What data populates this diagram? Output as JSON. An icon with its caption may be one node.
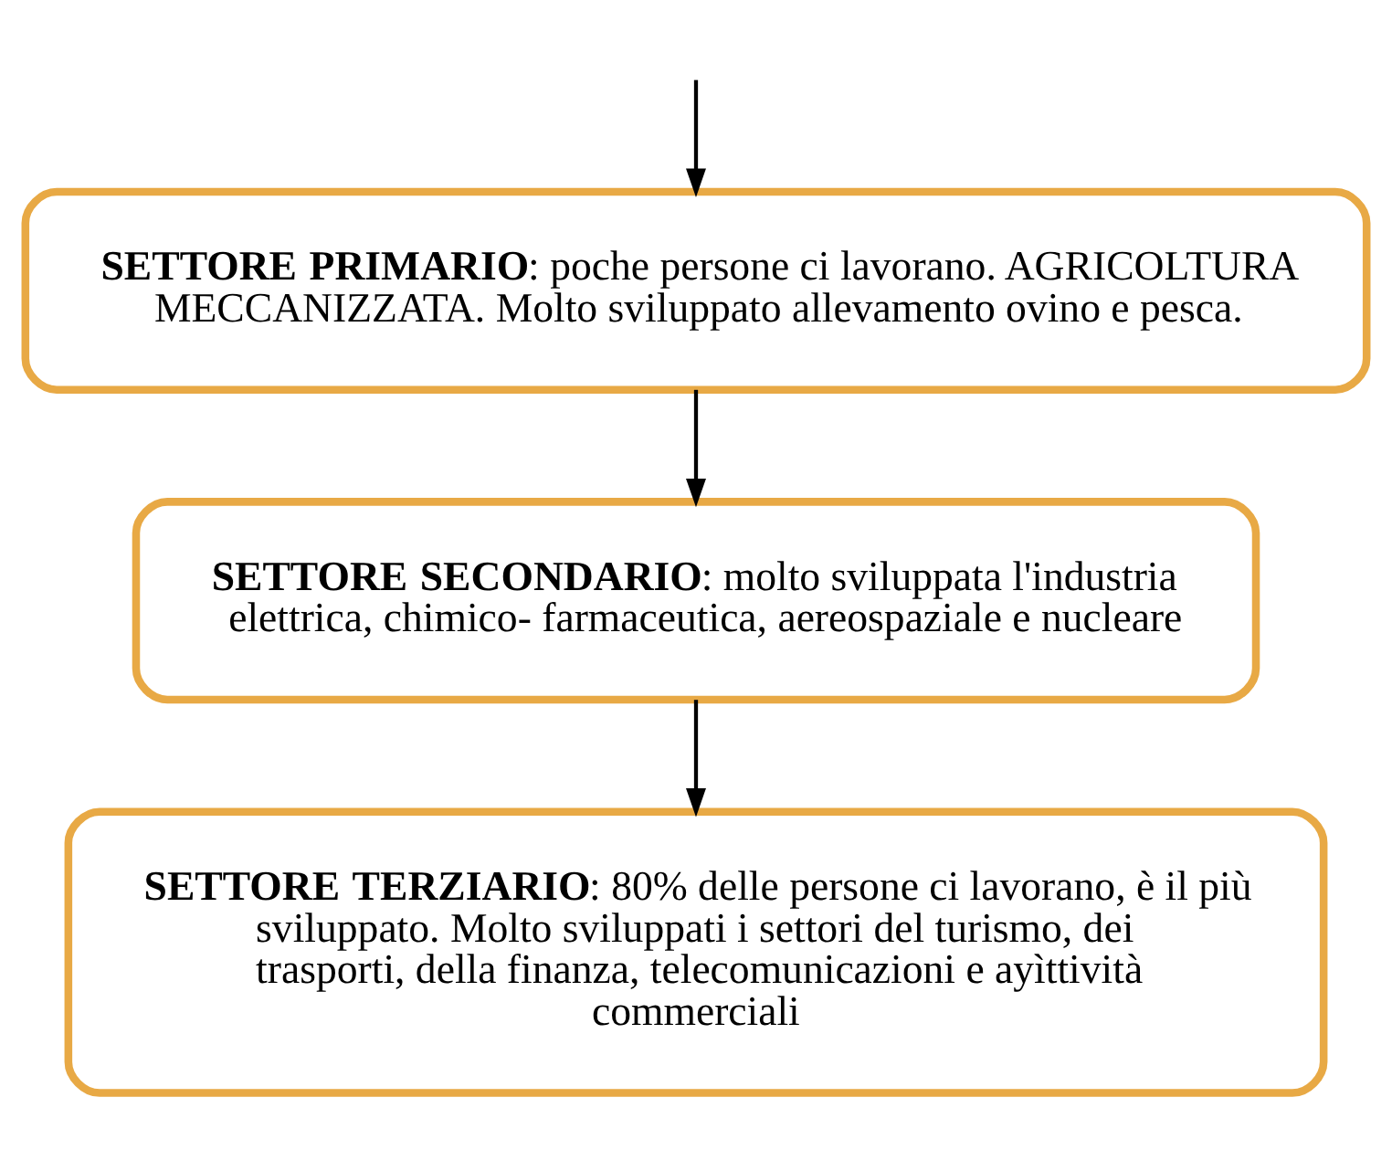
{
  "diagram": {
    "nodes": [
      {
        "text": [
          "**SETTORE PRIMARIO**: poche persone ci lavorano. AGRICOLTURA MECCANIZZATA. Molto sviluppato allevamento ovino e pesca."
        ]
      },
      {
        "text": [
          "**SETTORE SECONDARIO**: molto sviluppata l'industria elettrica, chimico- farmaceutica, aereospaziale e nucleare"
        ]
      },
      {
        "text": [
          "**SETTORE TERZIARIO**: 80% delle persone ci lavorano, è il più sviluppato. Molto sviluppati i settori del turismo, dei trasporti, della finanza, telecomunicazioni e ayìttività commerciali"
        ]
      }
    ],
    "edges": [
      {
        "from": null,
        "to": 0,
        "arrow": "to"
      },
      {
        "from": 0,
        "to": 1,
        "arrow": "to"
      },
      {
        "from": 1,
        "to": 2,
        "arrow": "to"
      }
    ]
  }
}
